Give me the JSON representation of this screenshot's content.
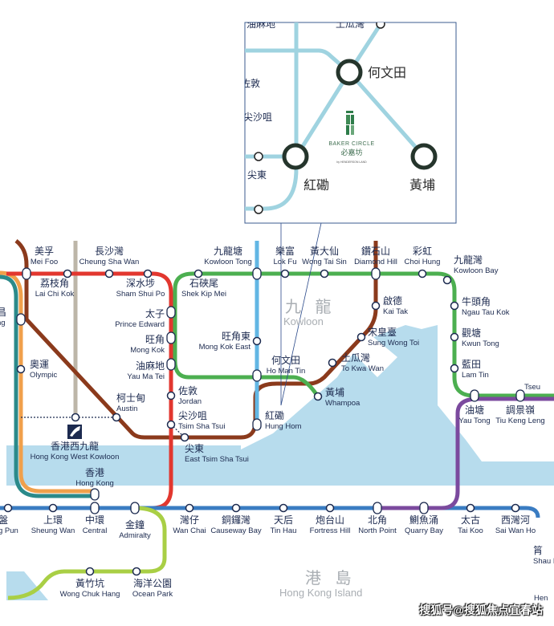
{
  "colors": {
    "water": "#b7dced",
    "tsuen_wan_line": "#e2372f",
    "kwun_tong_line": "#4caf50",
    "east_rail_line": "#62b6e4",
    "tuen_ma_line": "#8b3a1c",
    "island_line": "#3a7cc2",
    "tko_line": "#7b4a9e",
    "south_island_line": "#a9cf45",
    "tung_chung_line": "#f0a04b",
    "airport_express": "#2b8a8a",
    "xrl": "#bdb6a8",
    "inset_station": "#25352c",
    "inset_line": "#9fd3e0"
  },
  "districts": {
    "kowloon_zh": "九 龍",
    "kowloon_en": "Kowloon",
    "island_zh": "港 島",
    "island_en": "Hong Kong Island"
  },
  "stations": [
    {
      "zh": "美孚",
      "en": "Mei Foo"
    },
    {
      "zh": "荔枝角",
      "en": "Lai Chi Kok"
    },
    {
      "zh": "長沙灣",
      "en": "Cheung Sha Wan"
    },
    {
      "zh": "深水埗",
      "en": "Sham Shui Po"
    },
    {
      "zh": "太子",
      "en": "Prince Edward"
    },
    {
      "zh": "旺角",
      "en": "Mong Kok"
    },
    {
      "zh": "油麻地",
      "en": "Yau Ma Tei"
    },
    {
      "zh": "佐敦",
      "en": "Jordan"
    },
    {
      "zh": "尖沙咀",
      "en": "Tsim Sha Tsui"
    },
    {
      "zh": "尖東",
      "en": "East Tsim Sha Tsui"
    },
    {
      "zh": "柯士甸",
      "en": "Austin"
    },
    {
      "zh": "奧運",
      "en": "Olympic"
    },
    {
      "zh": "香港西九龍",
      "en": "Hong Kong West Kowloon"
    },
    {
      "zh": "香港",
      "en": "Hong Kong"
    },
    {
      "zh": "九龍塘",
      "en": "Kowloon Tong"
    },
    {
      "zh": "石硤尾",
      "en": "Shek Kip Mei"
    },
    {
      "zh": "旺角東",
      "en": "Mong Kok East"
    },
    {
      "zh": "何文田",
      "en": "Ho Man Tin"
    },
    {
      "zh": "紅磡",
      "en": "Hung Hom"
    },
    {
      "zh": "黃埔",
      "en": "Whampoa"
    },
    {
      "zh": "樂富",
      "en": "Lok Fu"
    },
    {
      "zh": "黃大仙",
      "en": "Wong Tai Sin"
    },
    {
      "zh": "鑽石山",
      "en": "Diamond Hill"
    },
    {
      "zh": "彩虹",
      "en": "Choi Hung"
    },
    {
      "zh": "九龍灣",
      "en": "Kowloon Bay"
    },
    {
      "zh": "牛頭角",
      "en": "Ngau Tau Kok"
    },
    {
      "zh": "觀塘",
      "en": "Kwun Tong"
    },
    {
      "zh": "藍田",
      "en": "Lam Tin"
    },
    {
      "zh": "油塘",
      "en": "Yau Tong"
    },
    {
      "zh": "調景嶺",
      "en": "Tiu Keng Leng"
    },
    {
      "zh": "啟德",
      "en": "Kai Tak"
    },
    {
      "zh": "宋皇臺",
      "en": "Sung Wong Toi"
    },
    {
      "zh": "土瓜灣",
      "en": "To Kwa Wan"
    },
    {
      "zh": "盤",
      "en": "g Pun"
    },
    {
      "zh": "上環",
      "en": "Sheung Wan"
    },
    {
      "zh": "中環",
      "en": "Central"
    },
    {
      "zh": "金鐘",
      "en": "Admiralty"
    },
    {
      "zh": "灣仔",
      "en": "Wan Chai"
    },
    {
      "zh": "銅鑼灣",
      "en": "Causeway Bay"
    },
    {
      "zh": "天后",
      "en": "Tin Hau"
    },
    {
      "zh": "炮台山",
      "en": "Fortress Hill"
    },
    {
      "zh": "北角",
      "en": "North Point"
    },
    {
      "zh": "鰂魚涌",
      "en": "Quarry Bay"
    },
    {
      "zh": "太古",
      "en": "Tai Koo"
    },
    {
      "zh": "西灣河",
      "en": "Sai Wan Ho"
    },
    {
      "zh": "筲",
      "en": "Shau Ke"
    },
    {
      "zh": "黃竹坑",
      "en": "Wong Chuk Hang"
    },
    {
      "zh": "海洋公園",
      "en": "Ocean Park"
    },
    {
      "zh": "昌",
      "en": "ng"
    },
    {
      "zh": "",
      "en": "Tseu"
    },
    {
      "zh": "",
      "en": "Hen"
    }
  ],
  "inset": {
    "stations": [
      "何文田",
      "紅磡",
      "黃埔"
    ],
    "partial_labels": [
      "油麻地",
      "土瓜灣",
      "佐敦",
      "尖沙咀",
      "尖東"
    ],
    "logo_en": "BAKER CIRCLE",
    "logo_zh": "必嘉坊",
    "logo_by": "by HENDERSON LAND"
  },
  "watermark": "搜狐号@搜狐焦点宜春站"
}
